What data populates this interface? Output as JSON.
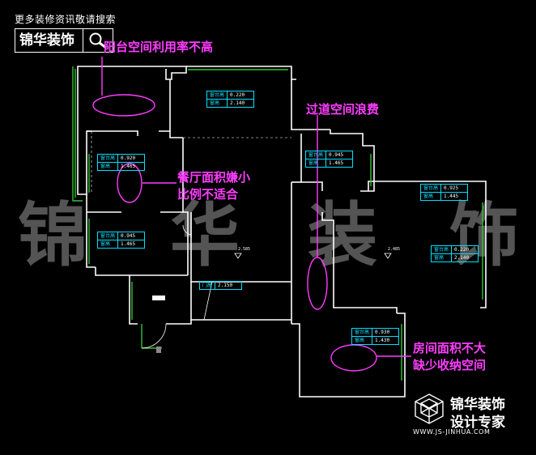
{
  "header": {
    "top_note": "更多装修资讯敬请搜索",
    "logo_text": "锦华装饰"
  },
  "annotations": {
    "balcony": "阳台空间利用率不高",
    "corridor": "过道空间浪费",
    "dining_line1": "餐厅面积嫌小",
    "dining_line2": "比例不适合",
    "room_line1": "房间面积不大",
    "room_line2": "缺少收纳空间"
  },
  "watermark": {
    "c1": "锦",
    "c2": "华",
    "c3": "装",
    "c4": "饰"
  },
  "tags": [
    {
      "k1": "窗台高",
      "v1": "0.220",
      "k2": "窗高",
      "v2": "2.140"
    },
    {
      "k1": "窗台高",
      "v1": "0.920",
      "k2": "窗高",
      "v2": "1.465"
    },
    {
      "k1": "窗台高",
      "v1": "0.945",
      "k2": "窗高",
      "v2": "1.465"
    },
    {
      "k1": "窗台高",
      "v1": "0.925",
      "k2": "窗高",
      "v2": "1.445"
    },
    {
      "k1": "窗台高",
      "v1": "0.945",
      "k2": "窗高",
      "v2": "1.465"
    },
    {
      "k1": "窗台高",
      "v1": "0.220",
      "k2": "窗高",
      "v2": "2.140"
    },
    {
      "k1": "窗台高",
      "v1": "0.930",
      "k2": "窗高",
      "v2": "1.430"
    }
  ],
  "door_tag": {
    "k": "门高",
    "v": "2.150"
  },
  "levels": {
    "a": "2.585",
    "b": "2.485"
  },
  "brand": {
    "line1": "锦华装饰",
    "line2": "设计专家",
    "url": "WWW.JS-JINHUA.COM"
  },
  "colors": {
    "annotation": "#ff3cff",
    "wall": "#ffffff",
    "window": "#34c234",
    "tag": "#00e0ff"
  }
}
